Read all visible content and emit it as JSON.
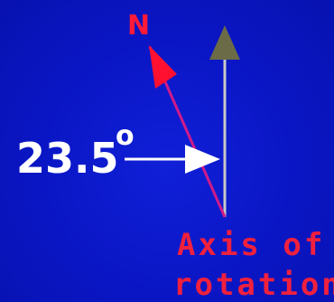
{
  "labels": {
    "north": "N",
    "angle_value": "23.5",
    "angle_degree_symbol": "o",
    "axis_line1": "Axis of",
    "axis_line2": "rotation"
  },
  "colors": {
    "background": "#0a16c4",
    "tilted_axis": "#d01a8a",
    "north_arrowhead": "#ff1030",
    "north_label": "#ff1a3a",
    "rotation_axis": "#c8c8c8",
    "rotation_arrowhead": "#6b6b48",
    "pointer_arrow": "#ffffff",
    "axis_label": "#f0203e"
  }
}
